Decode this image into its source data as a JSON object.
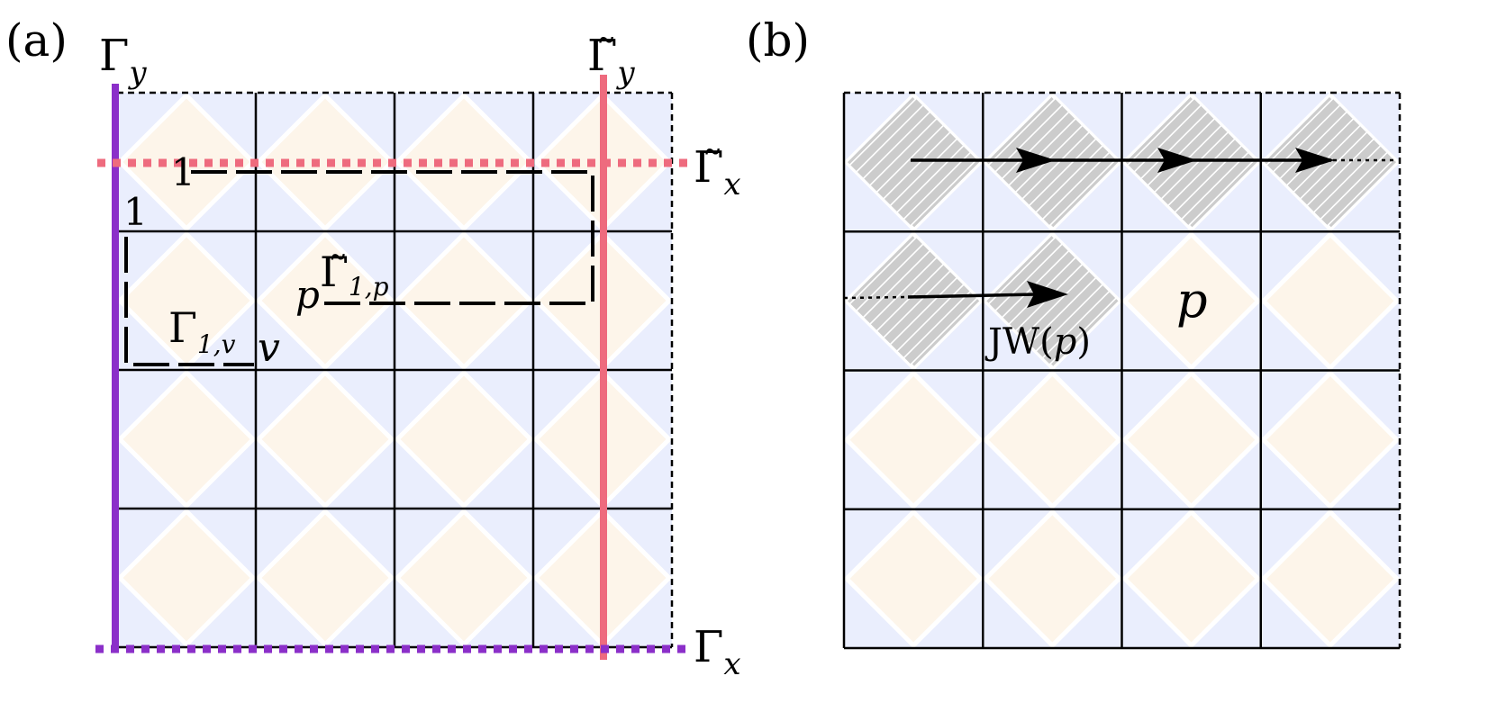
{
  "panel_a": {
    "label": "(a)",
    "gamma_y": {
      "base": "Γ",
      "sub": "y"
    },
    "gamma_y_tilde": {
      "base": "Γ̃",
      "sub": "y"
    },
    "gamma_x_tilde": {
      "base": "Γ̃",
      "sub": "x"
    },
    "gamma_x": {
      "base": "Γ",
      "sub": "x"
    },
    "path_label_one_top": "1",
    "path_label_one_left": "1",
    "gamma_1v": {
      "base": "Γ",
      "sub": "1,v"
    },
    "gamma_1p": {
      "base": "Γ̃",
      "sub": "1,p"
    },
    "endpoint_v": "v",
    "endpoint_p": "p"
  },
  "panel_b": {
    "label": "(b)",
    "jw_label": {
      "prefix": "JW(",
      "arg": "p",
      "suffix": ")"
    },
    "plaquette_p": "p"
  },
  "colors": {
    "purple": "#8b2fc9",
    "pink": "#ee6b7e",
    "blue_cell": "#eaeefd",
    "cream_diamond": "#fdf5ea",
    "hatch": "#cccccc",
    "line": "#000000"
  }
}
